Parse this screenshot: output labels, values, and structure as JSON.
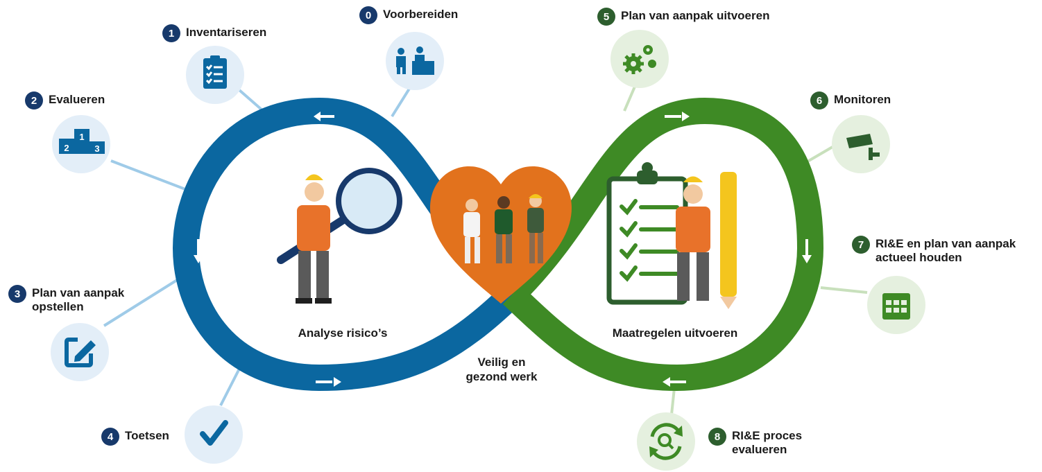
{
  "steps": [
    {
      "num": "0",
      "label": "Voorbereiden",
      "icon": "people-desk-icon"
    },
    {
      "num": "1",
      "label": "Inventariseren",
      "icon": "checklist-icon"
    },
    {
      "num": "2",
      "label": "Evalueren",
      "icon": "podium-icon",
      "podium": {
        "first": "1",
        "second": "2",
        "third": "3"
      }
    },
    {
      "num": "3",
      "label": "Plan van aanpak\nopstellen",
      "icon": "edit-icon"
    },
    {
      "num": "4",
      "label": "Toetsen",
      "icon": "checkmark-icon"
    },
    {
      "num": "5",
      "label": "Plan van aanpak uitvoeren",
      "icon": "gears-icon"
    },
    {
      "num": "6",
      "label": "Monitoren",
      "icon": "camera-icon"
    },
    {
      "num": "7",
      "label": "RI&E en plan van aanpak\nactueel houden",
      "icon": "calendar-icon"
    },
    {
      "num": "8",
      "label": "RI&E proces\nevalueren",
      "icon": "cycle-search-icon"
    }
  ],
  "center": {
    "left_loop": "Analyse risico’s",
    "right_loop": "Maatregelen uitvoeren",
    "middle": "Veilig en\ngezond werk"
  },
  "colors": {
    "blue_loop": "#0b67a0",
    "green_loop": "#3e8a25",
    "heart": "#e2721d",
    "blue_badge": "#17396b",
    "green_badge": "#2d5e2e",
    "blue_circle": "#e3eef8",
    "green_circle": "#e5f0df"
  }
}
